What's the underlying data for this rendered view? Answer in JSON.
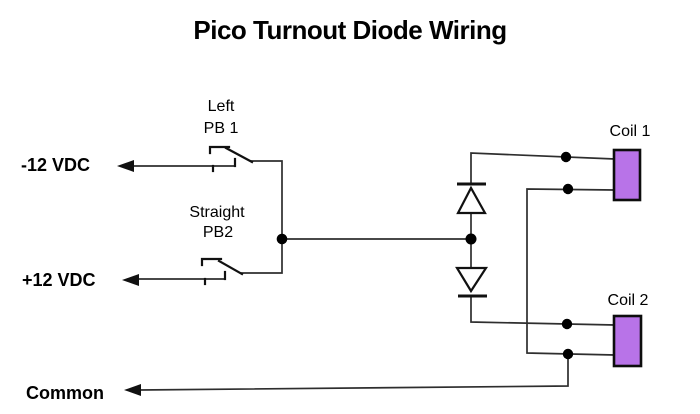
{
  "title": "Pico Turnout Diode Wiring",
  "labels": {
    "pb1": {
      "line1": "Left",
      "line2": "PB 1"
    },
    "pb2": {
      "line1": "Straight",
      "line2": "PB2"
    },
    "neg_supply": "-12 VDC",
    "pos_supply": "+12 VDC",
    "common": "Common",
    "coil1": "Coil 1",
    "coil2": "Coil 2"
  },
  "colors": {
    "background": "#ffffff",
    "wire": "#2e2e2e",
    "symbol": "#111111",
    "junction": "#000000",
    "arrow": "#111111",
    "diode_fill": "#ffffff",
    "coil_fill": "#b873e8",
    "coil_border": "#0d0d0d",
    "text": "#000000"
  }
}
